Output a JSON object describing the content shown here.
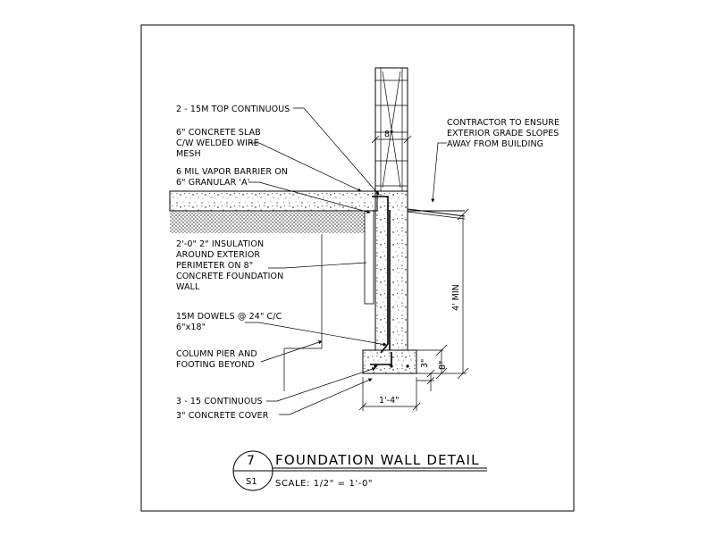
{
  "detail": {
    "title": "FOUNDATION WALL DETAIL",
    "scale": "SCALE: 1/2\" = 1'-0\"",
    "number": "7",
    "sheet": "S1"
  },
  "notes": {
    "top_continuous": "2 - 15M TOP CONTINUOUS",
    "slab": [
      "6\" CONCRETE SLAB",
      "C/W WELDED WIRE",
      "MESH"
    ],
    "vapor": [
      "6 MIL VAPOR BARRIER ON",
      "6\" GRANULAR 'A'"
    ],
    "insulation": [
      "2'-0\" 2\" INSULATION",
      "AROUND EXTERIOR",
      "PERIMETER ON 8\"",
      "CONCRETE FOUNDATION",
      "WALL"
    ],
    "dowels": [
      "15M DOWELS @ 24\" C/C",
      "6\"x18\""
    ],
    "pier": [
      "COLUMN PIER AND",
      "FOOTING BEYOND"
    ],
    "continuous": "3 - 15 CONTINUOUS",
    "cover": "3\" CONCRETE COVER",
    "grade": [
      "CONTRACTOR TO ENSURE",
      "EXTERIOR GRADE SLOPES",
      "AWAY FROM BUILDING"
    ]
  },
  "dimensions": {
    "block_width": "8\"",
    "frost_depth": "4' MIN",
    "footing_height": "8\"",
    "cover": "3\"",
    "footing_width": "1'-4\""
  }
}
